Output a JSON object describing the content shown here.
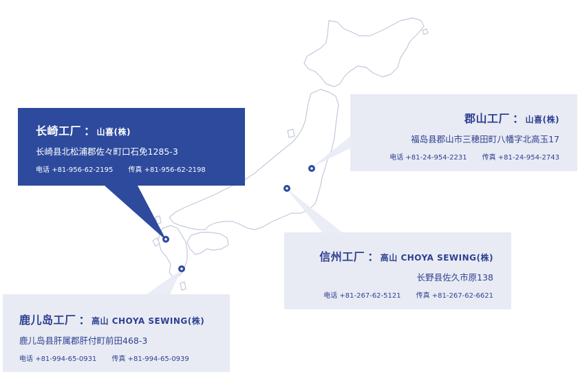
{
  "colors": {
    "dark_card": "#2d4a9d",
    "light_card": "#e8ebf4",
    "text_blue": "#2e3f8f",
    "map_stroke": "#c3c9da",
    "marker": "#2d4a9d"
  },
  "factories": [
    {
      "id": "nagasaki",
      "name": "长崎工厂",
      "separator": "：",
      "company": "山喜(株)",
      "address": "长崎县北松浦郡佐々町口石免1285-3",
      "tel_label": "电话",
      "tel": "+81-956-62-2195",
      "fax_label": "传真",
      "fax": "+81-956-62-2198"
    },
    {
      "id": "koriyama",
      "name": "郡山工厂",
      "separator": "：",
      "company": "山喜(株)",
      "address": "福岛县郡山市三穂田町八幡字北高玉17",
      "tel_label": "电话",
      "tel": "+81-24-954-2231",
      "fax_label": "传真",
      "fax": "+81-24-954-2743"
    },
    {
      "id": "shinshu",
      "name": "信州工厂",
      "separator": "：",
      "company": "高山 CHOYA SEWING(株)",
      "address": "长野县佐久市原138",
      "tel_label": "电话",
      "tel": "+81-267-62-5121",
      "fax_label": "传真",
      "fax": "+81-267-62-6621"
    },
    {
      "id": "kagoshima",
      "name": "鹿儿岛工厂",
      "separator": "：",
      "company": "高山 CHOYA SEWING(株)",
      "address": "鹿儿岛县肝属郡肝付町前田468-3",
      "tel_label": "电话",
      "tel": "+81-994-65-0931",
      "fax_label": "传真",
      "fax": "+81-994-65-0939"
    }
  ]
}
